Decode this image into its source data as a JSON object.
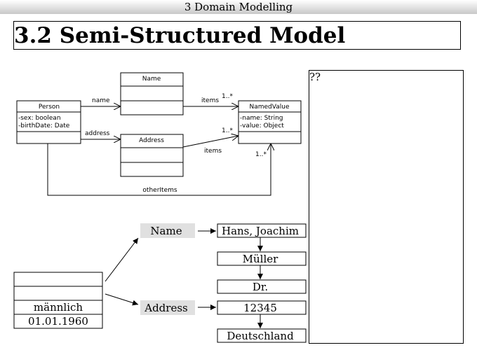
{
  "header": {
    "chapter": "3 Domain Modelling",
    "title": "3.2 Semi-Structured Model",
    "placeholder": "??"
  },
  "uml": {
    "classes": {
      "name": {
        "title": "Name"
      },
      "person": {
        "title": "Person",
        "attributes": [
          "-sex: boolean",
          "-birthDate: Date"
        ]
      },
      "address": {
        "title": "Address"
      },
      "named_value": {
        "title": "NamedValue",
        "attributes": [
          "-name: String",
          "-value: Object"
        ]
      }
    },
    "associations": {
      "name_label": "name",
      "address_label": "address",
      "items_top": "items",
      "items_mid": "items",
      "other_items": "otherItems",
      "mult_top": "1..*",
      "mult_mid": "1..*",
      "mult_bottom": "1..*"
    }
  },
  "instance": {
    "person_rows": [
      "",
      "",
      "männlich",
      "01.01.1960"
    ],
    "name_label": "Name",
    "address_label": "Address",
    "name_values": [
      "Hans, Joachim",
      "Müller",
      "Dr."
    ],
    "address_values": [
      "12345",
      "Deutschland"
    ]
  }
}
